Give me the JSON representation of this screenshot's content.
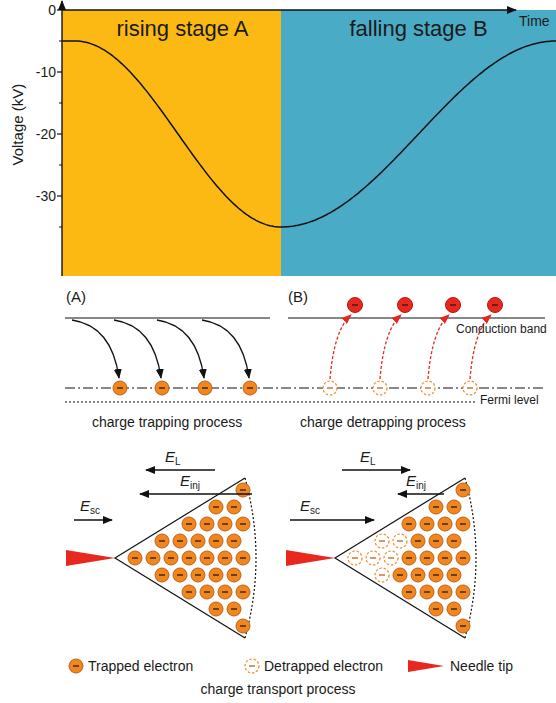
{
  "diagram": {
    "nodes": [
      {
        "text": [
          "rising stage A"
        ]
      },
      {
        "text": [
          "falling stage B"
        ]
      }
    ],
    "labels": [
      "0",
      "-10",
      "-20",
      "-30",
      "Voltage (kV)",
      "Time",
      "(A)",
      "(B)",
      "Conduction band",
      "Fermi level",
      "charge trapping process",
      "charge detrapping process",
      "E",
      "L",
      "E",
      "inj",
      "E",
      "sc",
      "E",
      "L",
      "E",
      "inj",
      "E",
      "sc",
      "charge transport process"
    ],
    "legend": [
      {
        "text": "Trapped electron"
      },
      {
        "text": "Detrapped electron"
      },
      {
        "text": "Needle tip"
      }
    ]
  }
}
